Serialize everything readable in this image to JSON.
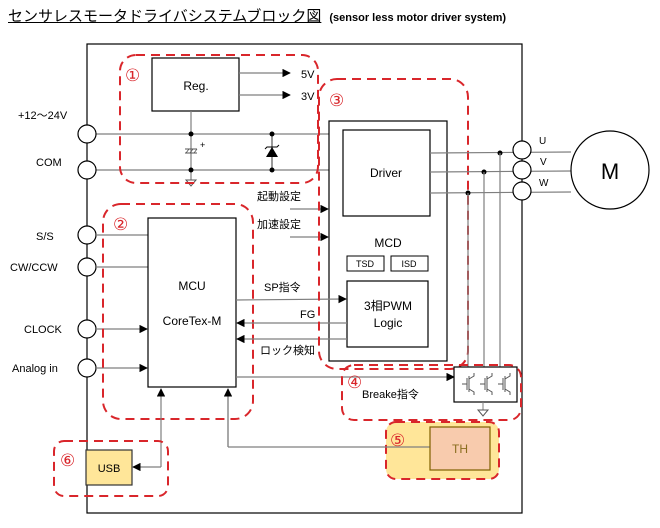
{
  "title": {
    "japanese": "センサレスモータドライバシステムブロック図",
    "english": "(sensor less motor driver system)"
  },
  "colors": {
    "dashed_group": "#d9262b",
    "line": "#7f7f7f",
    "frame": "#000000",
    "usb_fill": "#ffe699",
    "th_fill": "#f8cbad",
    "th_group_fill": "#ffe699",
    "th_text": "#8a6d1e"
  },
  "groups": {
    "g1": "①",
    "g2": "②",
    "g3": "③",
    "g4": "④",
    "g5": "⑤",
    "g6": "⑥"
  },
  "power": {
    "regulator": "Reg.",
    "out_5v": "5V",
    "out_3v": "3V",
    "cap_plus": "+"
  },
  "terminals": {
    "left": [
      {
        "label": "+12～24V"
      },
      {
        "label": "COM"
      },
      {
        "label": "S/S"
      },
      {
        "label": "CW/CCW"
      },
      {
        "label": "CLOCK"
      },
      {
        "label": "Analog in"
      }
    ],
    "right": [
      {
        "label": "U"
      },
      {
        "label": "V"
      },
      {
        "label": "W"
      }
    ]
  },
  "motor": {
    "label": "M"
  },
  "mcu": {
    "line1": "MCU",
    "line2": "CoreTex-M"
  },
  "mcd": {
    "label": "MCD",
    "driver": "Driver",
    "tsd": "TSD",
    "isd": "ISD",
    "pwm_line1": "3相PWM",
    "pwm_line2": "Logic"
  },
  "signals": {
    "startup_setting": "起動設定",
    "accel_setting": "加速設定",
    "sp_command": "SP指令",
    "fg": "FG",
    "lock_detect": "ロック検知",
    "brake_command": "Breake指令"
  },
  "usb": {
    "label": "USB"
  },
  "th": {
    "label": "TH"
  }
}
